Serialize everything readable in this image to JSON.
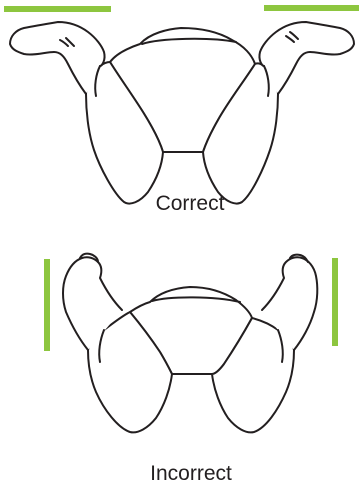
{
  "captions": {
    "correct": "Correct",
    "incorrect": "Incorrect"
  },
  "colors": {
    "indicator": "#8dc63f",
    "outline": "#231f20",
    "background": "#ffffff"
  },
  "indicators": {
    "correct": "horizontal",
    "incorrect": "vertical"
  }
}
